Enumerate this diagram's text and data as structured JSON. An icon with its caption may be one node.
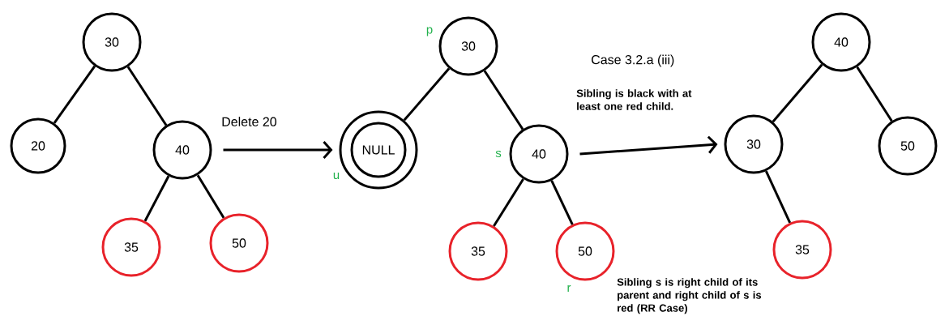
{
  "diagram": {
    "nodes": [
      {
        "text": [
          "30"
        ]
      },
      {
        "text": [
          "20"
        ]
      },
      {
        "text": [
          "40"
        ]
      },
      {
        "text": [
          "35"
        ]
      },
      {
        "text": [
          "50"
        ]
      },
      {
        "text": [
          "NULL"
        ],
        "beside": [
          "u"
        ]
      },
      {
        "text": [
          "30"
        ],
        "beside": [
          "p"
        ]
      },
      {
        "text": [
          "40"
        ],
        "beside": [
          "s"
        ]
      },
      {
        "text": [
          "35"
        ]
      },
      {
        "text": [
          "50"
        ],
        "beside": [
          "r"
        ]
      },
      {
        "text": [
          "40"
        ]
      },
      {
        "text": [
          "30"
        ]
      },
      {
        "text": [
          "50"
        ]
      },
      {
        "text": [
          "35"
        ]
      }
    ],
    "edges": [
      {
        "from": 0,
        "to": 1,
        "arrow": "none"
      },
      {
        "from": 0,
        "to": 2,
        "arrow": "none"
      },
      {
        "from": 2,
        "to": 3,
        "arrow": "none"
      },
      {
        "from": 2,
        "to": 4,
        "arrow": "none"
      },
      {
        "from": 2,
        "to": 5,
        "arrow": "to",
        "label": "Delete 20"
      },
      {
        "from": 6,
        "to": 5,
        "arrow": "none"
      },
      {
        "from": 6,
        "to": 7,
        "arrow": "none"
      },
      {
        "from": 7,
        "to": 8,
        "arrow": "none"
      },
      {
        "from": 7,
        "to": 9,
        "arrow": "none"
      },
      {
        "from": 7,
        "to": 11,
        "arrow": "to",
        "label": "Sibling is black with at least one red child."
      },
      {
        "from": 10,
        "to": 11,
        "arrow": "none"
      },
      {
        "from": 10,
        "to": 12,
        "arrow": "none"
      },
      {
        "from": 11,
        "to": 13,
        "arrow": "none"
      }
    ],
    "labels": [
      "Case 3.2.a (iii)",
      "Sibling s is right child of its parent and right child of s is red (RR Case)"
    ]
  }
}
